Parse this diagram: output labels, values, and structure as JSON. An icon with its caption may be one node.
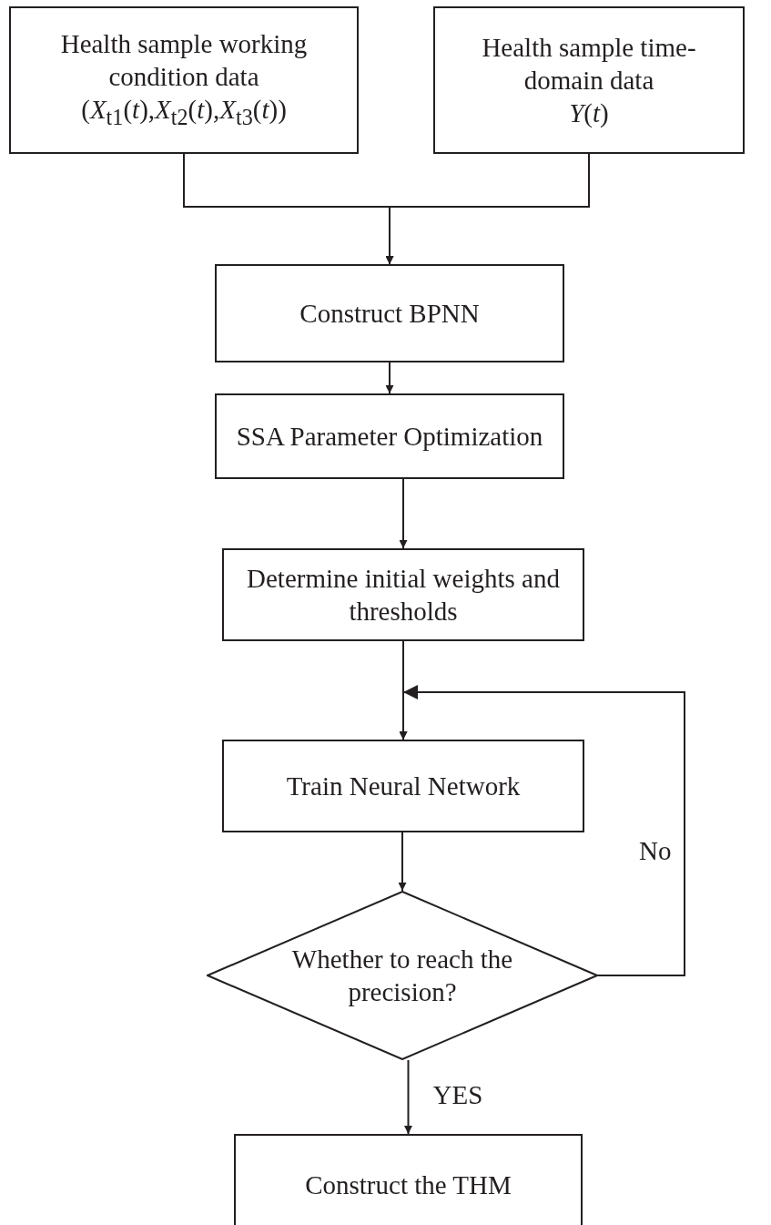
{
  "diagram": {
    "nodes": [
      {
        "text": [
          "Health sample working condition data",
          "(*X*$_{t1}$(*t*),*X*$_{t2}$(*t*),*X*$_{t3}$(*t*))"
        ]
      },
      {
        "text": [
          "Health sample time-domain data",
          "*Y*(*t*)"
        ]
      },
      {
        "text": [
          "Construct BPNN"
        ]
      },
      {
        "text": [
          "SSA Parameter Optimization"
        ]
      },
      {
        "text": [
          "Determine initial weights and thresholds"
        ]
      },
      {
        "text": [
          "Train Neural Network"
        ]
      },
      {
        "text": [
          "Whether to reach the precision?"
        ]
      },
      {
        "text": [
          "Construct the THM"
        ]
      }
    ],
    "edges": [
      {
        "from": 0,
        "to": 2,
        "arrow": "to"
      },
      {
        "from": 1,
        "to": 2,
        "arrow": "to"
      },
      {
        "from": 2,
        "to": 3,
        "arrow": "to"
      },
      {
        "from": 3,
        "to": 4,
        "arrow": "to"
      },
      {
        "from": 4,
        "to": 5,
        "arrow": "to"
      },
      {
        "from": 5,
        "to": 6,
        "arrow": "to"
      },
      {
        "from": 6,
        "to": 7,
        "arrow": "to",
        "label": "YES"
      },
      {
        "from": 6,
        "to": 5,
        "arrow": "to",
        "label": "No"
      }
    ]
  }
}
